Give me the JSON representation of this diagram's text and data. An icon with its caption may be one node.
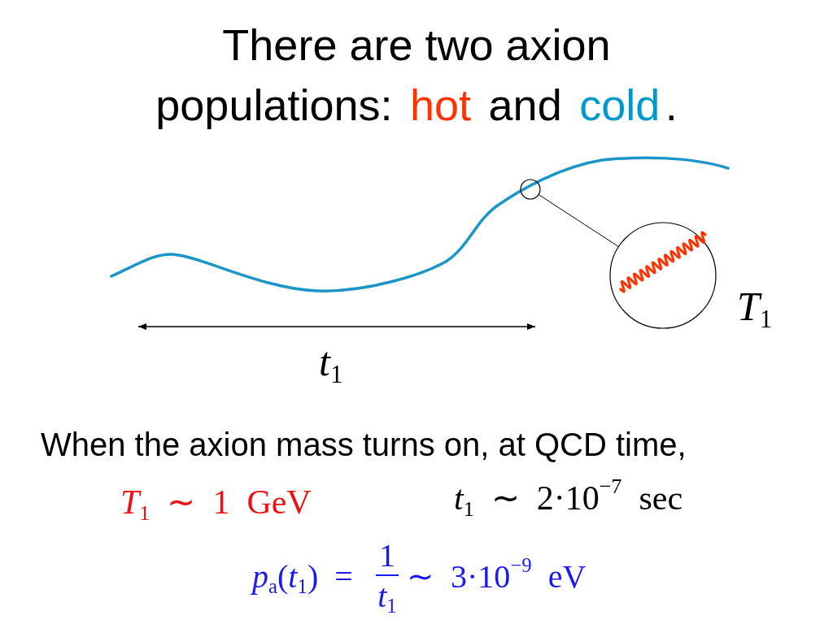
{
  "diagram": {
    "title": "There are two axion populations: hot and cold.",
    "nodes": [
      {
        "text": [],
        "shape": "circle"
      },
      {
        "text": [],
        "shape": "circle",
        "beside": [
          "*T*$_{1}$"
        ]
      }
    ],
    "edges": [
      {
        "from": 0,
        "to": 1,
        "arrow": "none"
      }
    ],
    "labels": [
      "*t*$_{1}$",
      "When the axion mass turns on, at QCD time,",
      "*T*$_{1}$ ∼ 1 GeV",
      "*t*$_{1}$ ∼ 2·10$^{−7}$ sec",
      "*p*$_{a}$(*t*$_{1}$) =",
      "1",
      "*t*$_{1}$",
      "∼ 3·10$^{−9}$ eV"
    ]
  }
}
